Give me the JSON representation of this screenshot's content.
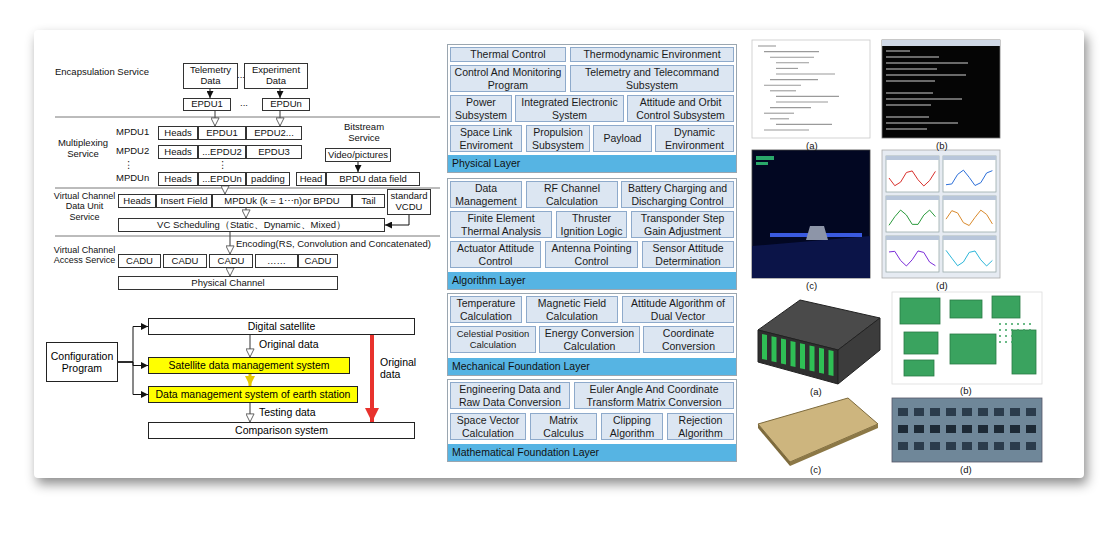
{
  "diagram": {
    "nodes": [
      {
        "text": [
          "Telemetry Data"
        ]
      },
      {
        "text": [
          "Experiment Data"
        ]
      },
      {
        "text": [
          "EPDU1"
        ]
      },
      {
        "text": [
          "EPDUn"
        ]
      },
      {
        "text": [
          "Heads"
        ]
      },
      {
        "text": [
          "EPDU1"
        ]
      },
      {
        "text": [
          "EPDU2..."
        ]
      },
      {
        "text": [
          "Heads"
        ]
      },
      {
        "text": [
          "...EPDU2"
        ]
      },
      {
        "text": [
          "EPDU3"
        ]
      },
      {
        "text": [
          "Video/pictures"
        ]
      },
      {
        "text": [
          "Heads"
        ]
      },
      {
        "text": [
          "...EPDUn"
        ]
      },
      {
        "text": [
          "padding"
        ]
      },
      {
        "text": [
          "Head"
        ]
      },
      {
        "text": [
          "BPDU data field"
        ]
      },
      {
        "text": [
          "Heads"
        ]
      },
      {
        "text": [
          "Insert Field"
        ]
      },
      {
        "text": [
          "MPDUk (k = 1⋯n)or BPDU"
        ]
      },
      {
        "text": [
          "Tail"
        ]
      },
      {
        "text": [
          "standard VCDU"
        ]
      },
      {
        "text": [
          "VC Scheduling（Static、Dynamic、Mixed）"
        ]
      },
      {
        "text": [
          "CADU"
        ]
      },
      {
        "text": [
          "CADU"
        ]
      },
      {
        "text": [
          "CADU"
        ]
      },
      {
        "text": [
          "……"
        ]
      },
      {
        "text": [
          "CADU"
        ]
      },
      {
        "text": [
          "Physical Channel"
        ]
      },
      {
        "text": [
          "Configuration Program"
        ]
      },
      {
        "text": [
          "Digital satellite"
        ]
      },
      {
        "text": [
          "Satellite data management system"
        ]
      },
      {
        "text": [
          "Data management system of earth station"
        ]
      },
      {
        "text": [
          "Comparison system"
        ]
      },
      {
        "text": [
          "Physical Layer"
        ]
      },
      {
        "text": [
          "Thermal Control"
        ],
        "in": 33
      },
      {
        "text": [
          "Thermodynamic Environment"
        ],
        "in": 33
      },
      {
        "text": [
          "Control And Monitoring Program"
        ],
        "in": 33
      },
      {
        "text": [
          "Telemetry and Telecommand Subsystem"
        ],
        "in": 33
      },
      {
        "text": [
          "Power Subsystem"
        ],
        "in": 33
      },
      {
        "text": [
          "Integrated Electronic System"
        ],
        "in": 33
      },
      {
        "text": [
          "Attitude and Orbit Control Subsystem"
        ],
        "in": 33
      },
      {
        "text": [
          "Space Link Enviroment"
        ],
        "in": 33
      },
      {
        "text": [
          "Propulsion Subsystem"
        ],
        "in": 33
      },
      {
        "text": [
          "Payload"
        ],
        "in": 33
      },
      {
        "text": [
          "Dynamic Environment"
        ],
        "in": 33
      },
      {
        "text": [
          "Algorithm Layer"
        ]
      },
      {
        "text": [
          "Data Management"
        ],
        "in": 45
      },
      {
        "text": [
          "RF Channel Calculation"
        ],
        "in": 45
      },
      {
        "text": [
          "Battery Charging and Discharging Control"
        ],
        "in": 45
      },
      {
        "text": [
          "Finite Element Thermal Analysis"
        ],
        "in": 45
      },
      {
        "text": [
          "Thruster Ignition Logic"
        ],
        "in": 45
      },
      {
        "text": [
          "Transponder Step Gain Adjustment"
        ],
        "in": 45
      },
      {
        "text": [
          "Actuator Attitude Control"
        ],
        "in": 45
      },
      {
        "text": [
          "Antenna Pointing Control"
        ],
        "in": 45
      },
      {
        "text": [
          "Sensor Attitude Determination"
        ],
        "in": 45
      },
      {
        "text": [
          "Mechanical Foundation Layer"
        ]
      },
      {
        "text": [
          "Temperature Calculation"
        ],
        "in": 55
      },
      {
        "text": [
          "Magnetic Field Calculation"
        ],
        "in": 55
      },
      {
        "text": [
          "Attitude Algorithm of Dual Vector"
        ],
        "in": 55
      },
      {
        "text": [
          "Celestial Position Calculation"
        ],
        "in": 55
      },
      {
        "text": [
          "Energy Conversion Calculation"
        ],
        "in": 55
      },
      {
        "text": [
          "Coordinate Conversion"
        ],
        "in": 55
      },
      {
        "text": [
          "Mathematical Foundation Layer"
        ]
      },
      {
        "text": [
          "Engineering Data and Raw Data Conversion"
        ],
        "in": 62
      },
      {
        "text": [
          "Euler Angle And Coordinate Transform Matrix Conversion"
        ],
        "in": 62
      },
      {
        "text": [
          "Space Vector Calculation"
        ],
        "in": 62
      },
      {
        "text": [
          "Matrix Calculus"
        ],
        "in": 62
      },
      {
        "text": [
          "Clipping Algorithm"
        ],
        "in": 62
      },
      {
        "text": [
          "Rejection Algorithm"
        ],
        "in": 62
      }
    ],
    "edges": [
      {
        "from": 0,
        "to": 2,
        "arrow": "to"
      },
      {
        "from": 1,
        "to": 3,
        "arrow": "to"
      },
      {
        "from": 2,
        "to": 5,
        "arrow": "to"
      },
      {
        "from": 3,
        "to": 6,
        "arrow": "to"
      },
      {
        "from": 10,
        "to": 15,
        "arrow": "to"
      },
      {
        "from": 12,
        "to": 18,
        "arrow": "to"
      },
      {
        "from": 18,
        "to": 21,
        "arrow": "to"
      },
      {
        "from": 20,
        "to": 21,
        "arrow": "to"
      },
      {
        "from": 21,
        "to": 24,
        "arrow": "to"
      },
      {
        "from": 24,
        "to": 27,
        "arrow": "to"
      },
      {
        "from": 28,
        "to": 29,
        "arrow": "to"
      },
      {
        "from": 28,
        "to": 30,
        "arrow": "to"
      },
      {
        "from": 28,
        "to": 31,
        "arrow": "to"
      },
      {
        "from": 29,
        "to": 30,
        "label": "Original data",
        "arrow": "to"
      },
      {
        "from": 30,
        "to": 31,
        "arrow": "to"
      },
      {
        "from": 31,
        "to": 32,
        "label": "Testing data",
        "arrow": "to"
      },
      {
        "from": 29,
        "to": 32,
        "label": "Original data",
        "arrow": "to"
      }
    ],
    "labels": [
      "Encapsulation Service",
      "...",
      "...",
      "Multiplexing Service",
      "MPDU1",
      "MPDU2",
      "⋮",
      "⋮",
      "MPDUn",
      "Bitstream Service",
      "Virtual Channel Data Unit Service",
      "Encoding(RS, Convolution and Concatenated)",
      "Virtual Channel Access Service",
      "(a)",
      "(b)",
      "(c)",
      "(d)",
      "(a)",
      "(b)",
      "(c)",
      "(d)"
    ]
  }
}
